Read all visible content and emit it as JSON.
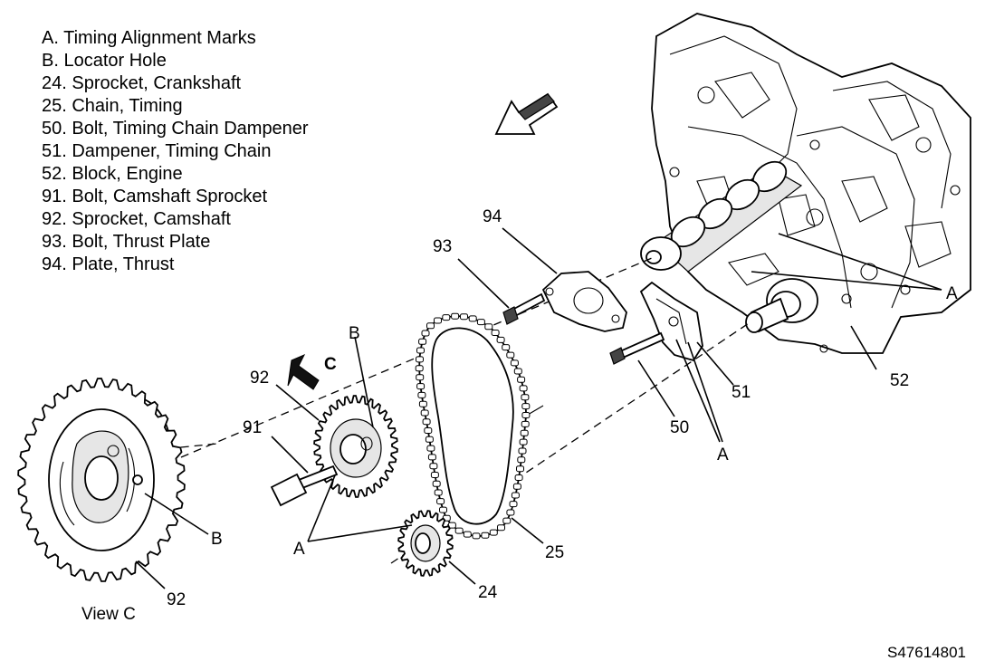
{
  "legend": [
    "A. Timing Alignment Marks",
    "B. Locator Hole",
    "24. Sprocket, Crankshaft",
    "25. Chain, Timing",
    "50. Bolt, Timing Chain Dampener",
    "51. Dampener, Timing Chain",
    "52. Block, Engine",
    "91. Bolt, Camshaft Sprocket",
    "92. Sprocket, Camshaft",
    "93. Bolt, Thrust Plate",
    "94. Plate, Thrust"
  ],
  "callouts": {
    "a_right": "A",
    "a_bottom_mid": "A",
    "a_bottom_left": "A",
    "b_sprocket": "B",
    "b_view": "B",
    "c_arrow": "C",
    "n92_top": "92",
    "n92_view": "92",
    "n91": "91",
    "n93": "93",
    "n94": "94",
    "n52": "52",
    "n51": "51",
    "n50": "50",
    "n25": "25",
    "n24": "24"
  },
  "view_label": "View C",
  "figure_id": "S47614801",
  "icons": {
    "direction_arrow": "outline-arrow-icon",
    "view_arrow": "filled-arrow-icon"
  }
}
